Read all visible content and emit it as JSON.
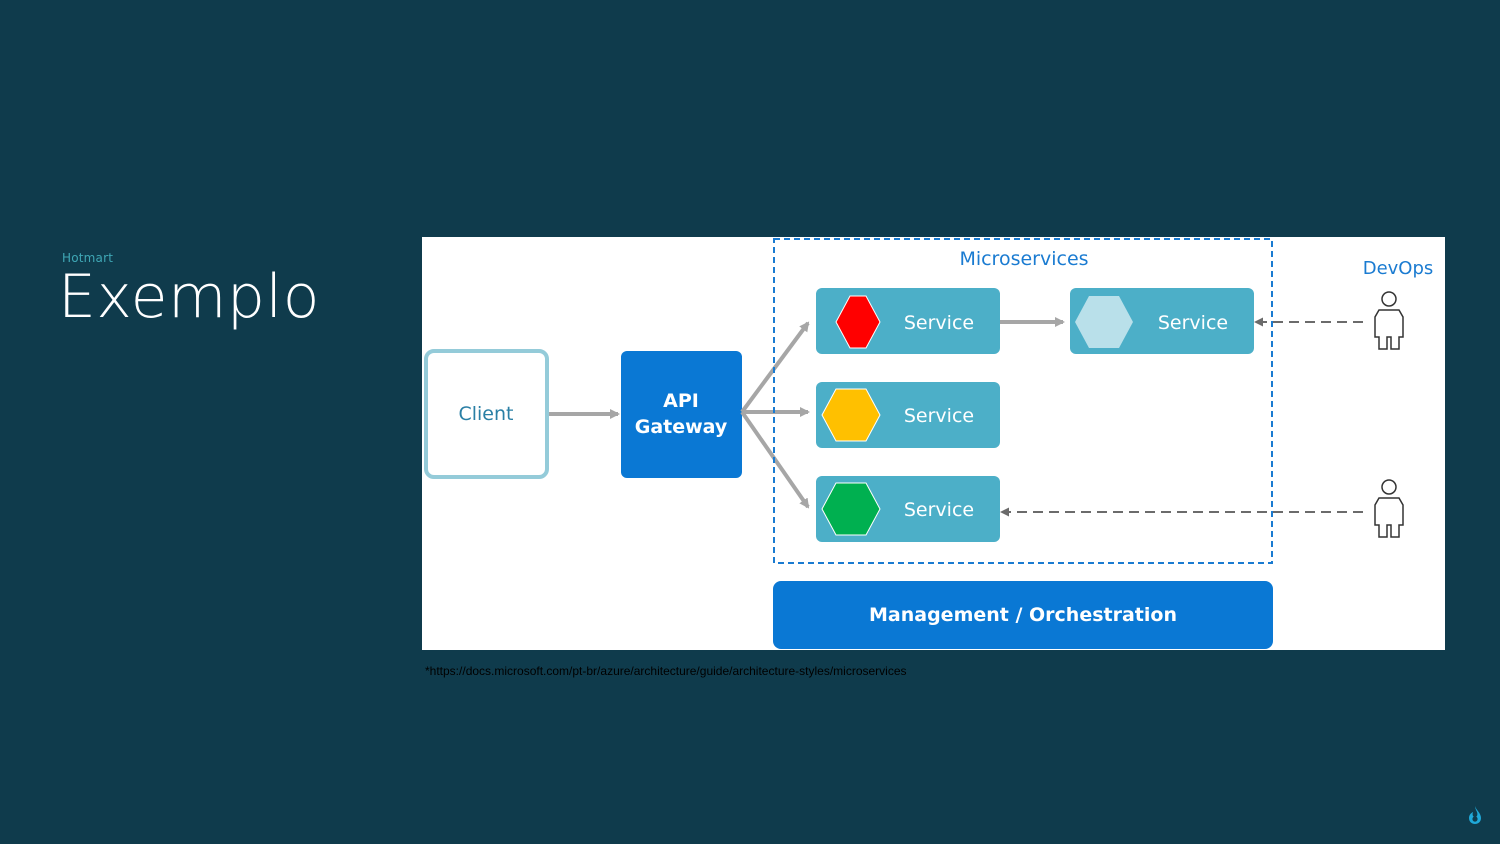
{
  "slide": {
    "brand": "Hotmart",
    "title": "Exemplo",
    "source_note": "*https://docs.microsoft.com/pt-br/azure/architecture/guide/architecture-styles/microservices"
  },
  "diagram": {
    "client_label": "Client",
    "gateway_label_line1": "API",
    "gateway_label_line2": "Gateway",
    "microservices_label": "Microservices",
    "devops_label": "DevOps",
    "management_label": "Management / Orchestration",
    "services": [
      {
        "label": "Service",
        "hex_color": "#ff0000"
      },
      {
        "label": "Service",
        "hex_color": "#b9e0ea"
      },
      {
        "label": "Service",
        "hex_color": "#ffc000"
      },
      {
        "label": "Service",
        "hex_color": "#00b050"
      }
    ],
    "colors": {
      "client_border": "#94cbd9",
      "client_text": "#2a7fa5",
      "gateway_fill": "#0a78d4",
      "service_fill": "#4cafc8",
      "boundary_dash": "#1a7bd1",
      "label_blue": "#1a7bd1",
      "arrow_gray": "#a6a6a6",
      "management_fill": "#0a78d4"
    }
  }
}
